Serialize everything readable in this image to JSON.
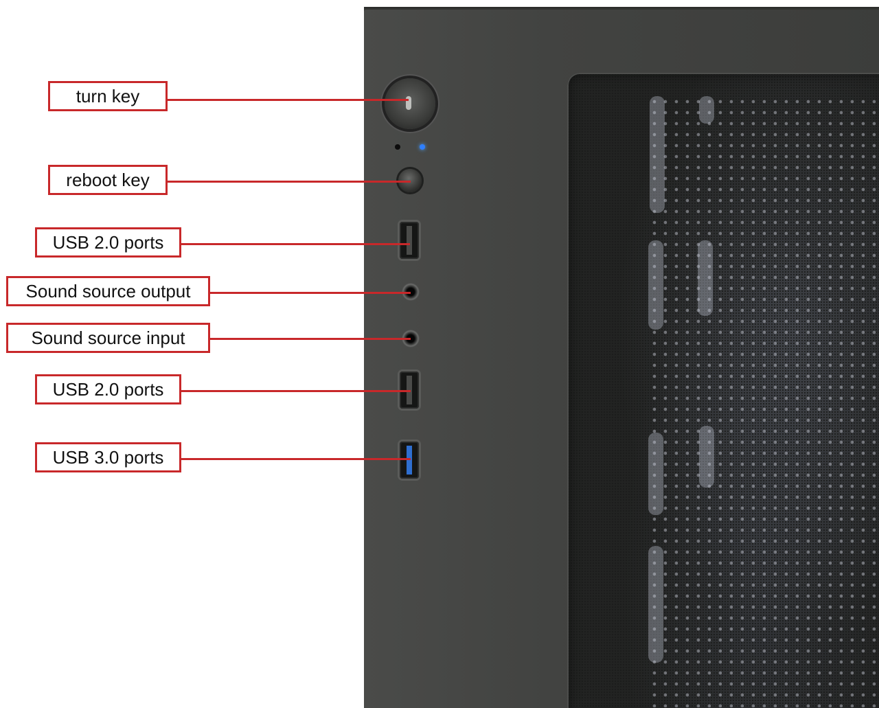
{
  "callouts": [
    {
      "id": "power",
      "label": "turn key"
    },
    {
      "id": "reset",
      "label": "reboot key"
    },
    {
      "id": "usb2a",
      "label": "USB 2.0 ports"
    },
    {
      "id": "audio-out",
      "label": "Sound source output"
    },
    {
      "id": "audio-in",
      "label": "Sound source input"
    },
    {
      "id": "usb2b",
      "label": "USB 2.0 ports"
    },
    {
      "id": "usb3",
      "label": "USB 3.0 ports"
    }
  ],
  "colors": {
    "callout_border": "#c8282a",
    "case_body": "#424341",
    "usb3_tongue": "#2f6fd0",
    "power_led": "#2f7fff"
  },
  "icons": {
    "power": "power-button-icon",
    "reset": "reset-button-icon",
    "usb": "usb-port-icon",
    "audio": "audio-jack-icon"
  }
}
